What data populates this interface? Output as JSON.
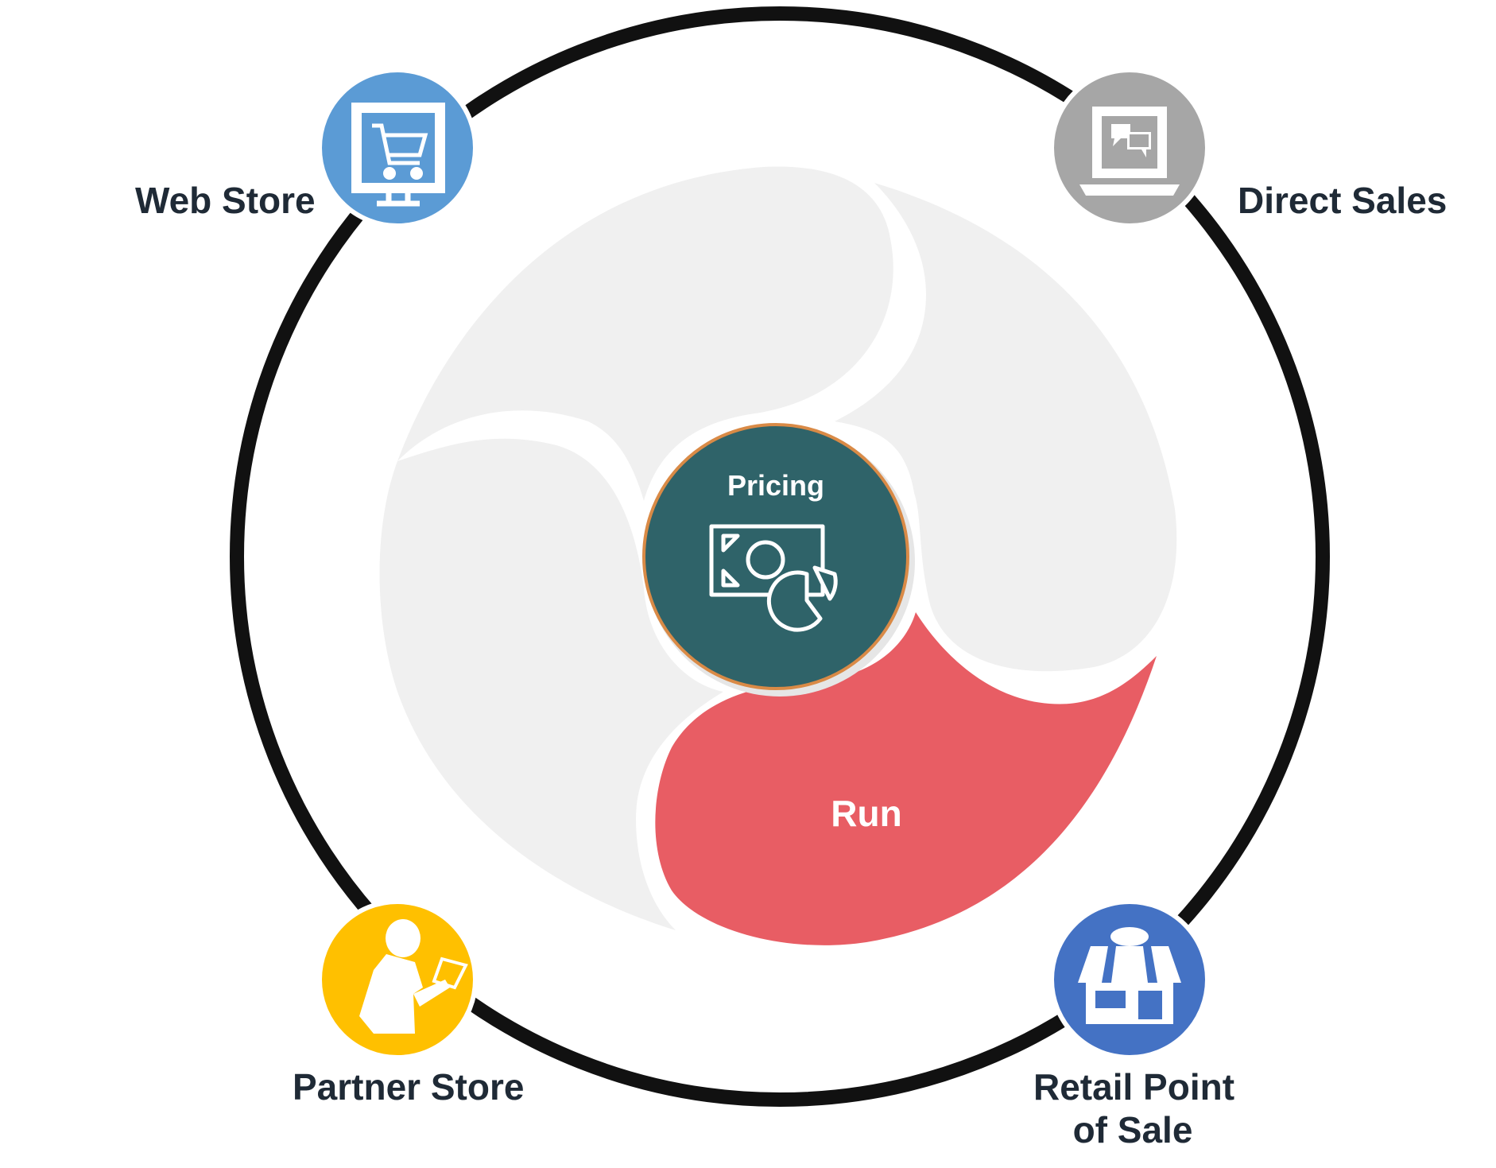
{
  "center": {
    "label": "Pricing",
    "color": "#2f6369",
    "ring_color": "#d98a46",
    "icon": "money-pie-chart-icon"
  },
  "petal": {
    "label": "Run",
    "color": "#e85d64"
  },
  "background_petal_color": "#f0f0f0",
  "outer_ring_color": "#111111",
  "channels": [
    {
      "id": "web-store",
      "label": "Web Store",
      "color": "#5b9bd5",
      "icon": "shopping-cart-monitor-icon"
    },
    {
      "id": "direct-sales",
      "label": "Direct Sales",
      "color": "#a6a6a6",
      "icon": "chat-laptop-icon"
    },
    {
      "id": "partner-store",
      "label": "Partner Store",
      "color": "#ffc000",
      "icon": "person-tablet-icon"
    },
    {
      "id": "retail-pos",
      "label_line1": "Retail Point",
      "label_line2": "of Sale",
      "color": "#4472c4",
      "icon": "storefront-icon"
    }
  ]
}
